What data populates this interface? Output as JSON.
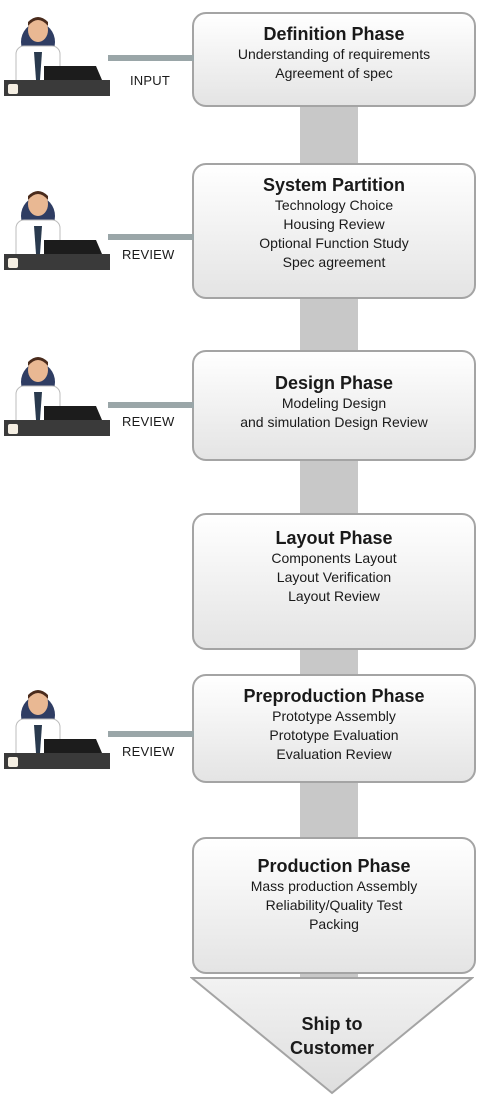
{
  "phases": [
    {
      "title": "Definition Phase",
      "lines": [
        "Understanding of requirements",
        "Agreement of spec"
      ]
    },
    {
      "title": "System Partition",
      "lines": [
        "Technology Choice",
        "Housing Review",
        "Optional  Function Study",
        "Spec agreement"
      ]
    },
    {
      "title": "Design Phase",
      "lines": [
        "Modeling Design",
        "and simulation Design Review"
      ]
    },
    {
      "title": "Layout Phase",
      "lines": [
        "Components Layout",
        "Layout Verification",
        "Layout Review"
      ]
    },
    {
      "title": "Preproduction Phase",
      "lines": [
        "Prototype Assembly",
        "Prototype Evaluation",
        "Evaluation Review"
      ]
    },
    {
      "title": "Production Phase",
      "lines": [
        "Mass production Assembly",
        "Reliability/Quality Test",
        "Packing"
      ]
    }
  ],
  "people": [
    {
      "label": "INPUT"
    },
    {
      "label": "REVIEW"
    },
    {
      "label": "REVIEW"
    },
    {
      "label": "REVIEW"
    }
  ],
  "final": {
    "line1": "Ship to",
    "line2": "Customer"
  },
  "colors": {
    "connector": "#c8c8c8",
    "box_border": "#a4a4a4",
    "link_bar": "#9aa6a8",
    "suit": "#2a3a4e",
    "laptop": "#1c1c1c"
  }
}
